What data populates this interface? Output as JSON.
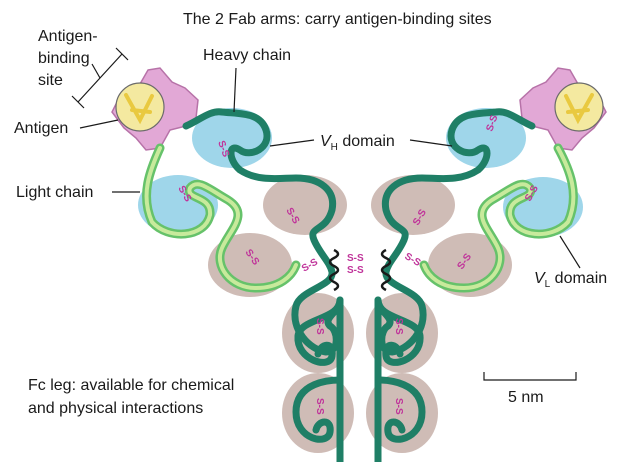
{
  "labels": {
    "title": "The 2 Fab arms: carry antigen-binding sites",
    "antigen_binding_line1": "Antigen-",
    "antigen_binding_line2": "binding",
    "antigen_binding_line3": "site",
    "antigen": "Antigen",
    "heavy_chain": "Heavy chain",
    "vh_prefix": "V",
    "vh_sub": "H",
    "vh_suffix": " domain",
    "light_chain": "Light chain",
    "vl_prefix": "V",
    "vl_sub": "L",
    "vl_suffix": " domain",
    "fc_line1": "Fc leg: available for chemical",
    "fc_line2": "and physical interactions",
    "scale": "5 nm"
  },
  "disulfide_label": "S-S",
  "colors": {
    "heavy": "#1f7f66",
    "light": "#66c26a",
    "light_fill": "#c8ea9c",
    "vdomain_bg": "#9fd6ea",
    "constant_bg": "#cfbcb6",
    "antigen_fill": "#f4e9a0",
    "antigen_pink": "#e2a8d6",
    "disulfide": "#c0349a"
  }
}
